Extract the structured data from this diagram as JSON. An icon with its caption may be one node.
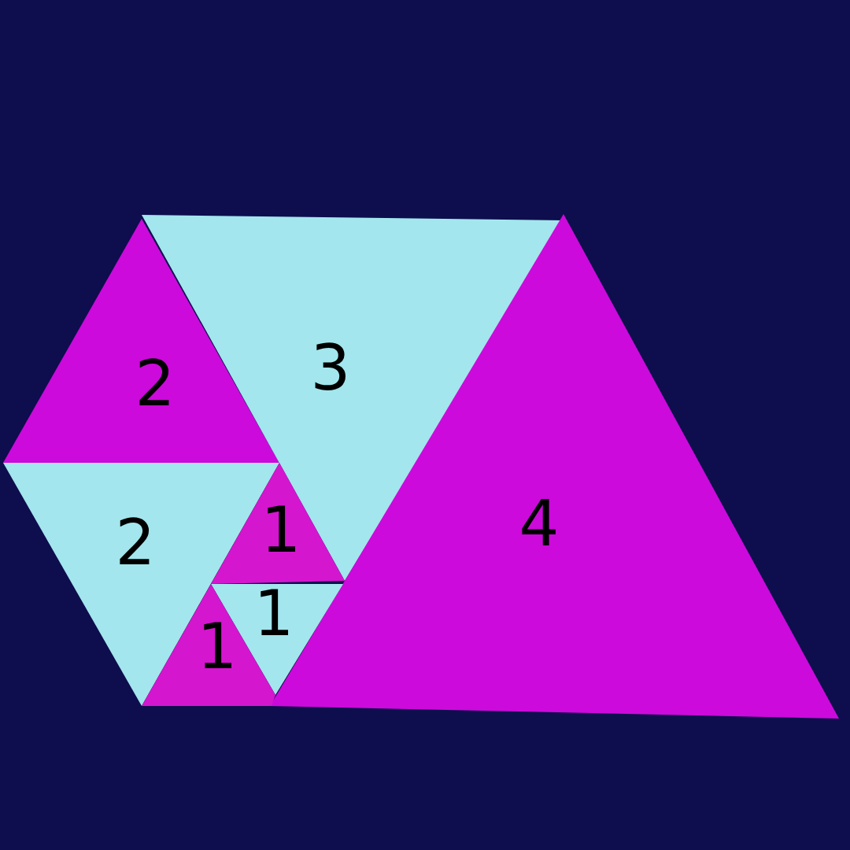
{
  "diagram": {
    "nodes": [
      {
        "text": [
          "2"
        ]
      },
      {
        "text": [
          "3"
        ]
      },
      {
        "text": [
          "4"
        ]
      },
      {
        "text": [
          "2"
        ]
      },
      {
        "text": [
          "1"
        ]
      },
      {
        "text": [
          "1"
        ]
      },
      {
        "text": [
          "1"
        ]
      }
    ]
  }
}
